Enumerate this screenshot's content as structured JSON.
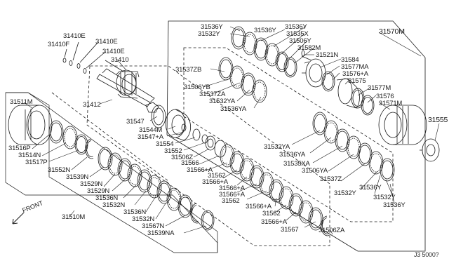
{
  "labels": {
    "p31410F": "31410F",
    "p31410E_a": "31410E",
    "p31410E_b": "31410E",
    "p31410E_c": "31410E",
    "p31410": "31410",
    "p31412": "31412",
    "p31511M": "31511M",
    "p31516P": "31516P",
    "p31514N": "31514N",
    "p31517P": "31517P",
    "p31552N": "31552N",
    "p31539N": "31539N",
    "p31529N_a": "31529N",
    "p31529N_b": "31529N",
    "p31536N_a": "31536N",
    "p31532N_a": "31532N",
    "p31536N_b": "31536N",
    "p31532N_b": "31532N",
    "p31567N": "31567N",
    "p31539NA": "31539NA",
    "p31510M": "31510M",
    "p31547": "31547",
    "p31544M": "31544M",
    "p31547A": "31547+A",
    "p31554": "31554",
    "p31552": "31552",
    "p31506Z": "31506Z",
    "p31566": "31566",
    "p31566A_a": "31566+A",
    "p31562_a": "31562",
    "p31566A_b": "31566+A",
    "p31566A_c": "31566+A",
    "p31566A_d": "31566+A",
    "p31562_b": "31562",
    "p31566A_e": "31566+A",
    "p31562_c": "31562",
    "p31566A_f": "31566+A",
    "p31567": "31567",
    "p31506ZA": "31506ZA",
    "p31536Y_t1": "31536Y",
    "p31532Y_t": "31532Y",
    "p31536Y_t2": "31536Y",
    "p31536Y_t3": "31536Y",
    "p31535X": "31535X",
    "p31506Y": "31506Y",
    "p31582M": "31582M",
    "p31521N": "31521N",
    "p31570M": "31570M",
    "p31537ZB": "31537ZB",
    "p31584": "31584",
    "p31577MA": "31577MA",
    "p31576A": "31576+A",
    "p31575": "31575",
    "p31577M": "31577M",
    "p31576": "31576",
    "p31571M": "31571M",
    "p31506YB": "31506YB",
    "p31537ZA": "31537ZA",
    "p31532YA_a": "31532YA",
    "p31536YA_a": "31536YA",
    "p31532YA_b": "31532YA",
    "p31536YA_b": "31536YA",
    "p31535XA": "31535XA",
    "p31506YA": "31506YA",
    "p31537Z": "31537Z",
    "p31532Y_b": "31532Y",
    "p31536Y_b1": "31536Y",
    "p31532Y_c": "31532Y",
    "p31536Y_b2": "31536Y",
    "p31555": "31555",
    "front": "FRONT",
    "diagram_ref": "J3 5000?"
  }
}
